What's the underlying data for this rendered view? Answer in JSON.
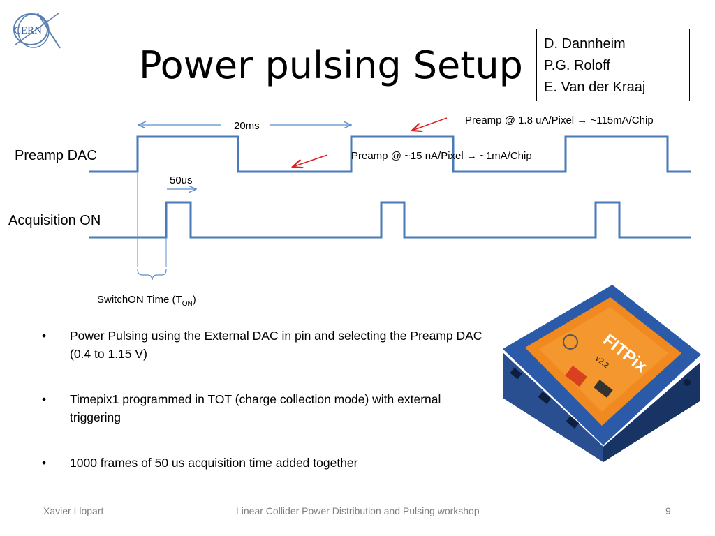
{
  "slide": {
    "title": "Power pulsing Setup",
    "logo_text": "CERN",
    "authors": [
      "D. Dannheim",
      "P.G. Roloff",
      "E. Van der Kraaj"
    ]
  },
  "diagram": {
    "signals": [
      {
        "label": "Preamp DAC"
      },
      {
        "label": "Acquisition ON"
      }
    ],
    "period_label": "20ms",
    "pulse_label": "50us",
    "switchon_label": "SwitchON Time (T",
    "switchon_sub": "ON",
    "switchon_close": ")",
    "annotation_high": "Preamp @ 1.8 uA/Pixel → ~115mA/Chip",
    "annotation_low": "Preamp @ ~15 nA/Pixel → ~1mA/Chip",
    "colors": {
      "signal": "#4a7ab8",
      "arrow": "#e02020",
      "dim": "#5b8fc9"
    }
  },
  "bullets": [
    "Power Pulsing using the External DAC in pin and selecting the Preamp DAC (0.4 to 1.15 V)",
    "Timepix1 programmed in TOT (charge collection mode) with external triggering",
    "1000 frames of 50 us acquisition time added together"
  ],
  "bullet_glyph": "•",
  "device": {
    "brand": "FITPix",
    "version": "v2.2",
    "icon": "fitpix-device-image"
  },
  "footer": {
    "left": "Xavier Llopart",
    "center": "Linear Collider Power Distribution and Pulsing workshop",
    "page": "9"
  }
}
